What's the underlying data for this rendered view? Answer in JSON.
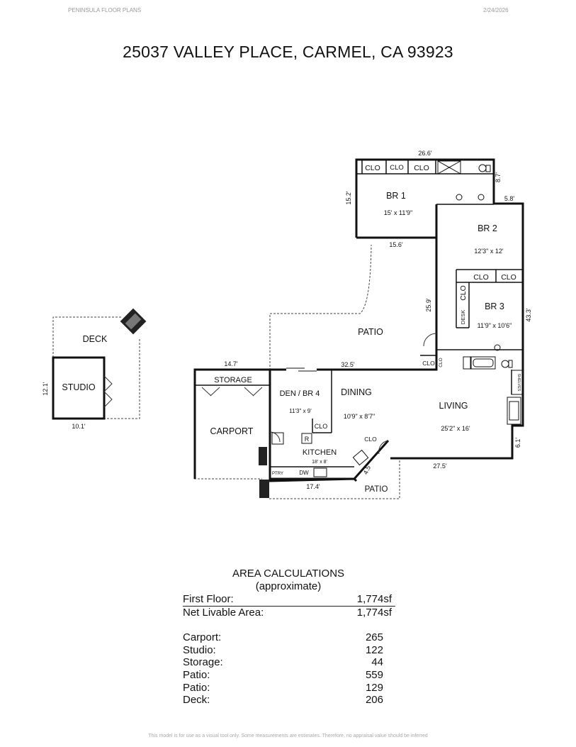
{
  "header": {
    "company": "PENINSULA FLOOR PLANS",
    "date": "2/24/2026"
  },
  "title": "25037 VALLEY PLACE, CARMEL, CA  93923",
  "plan": {
    "rooms": {
      "br1": {
        "name": "BR 1",
        "size": "15' x 11'9\""
      },
      "br2": {
        "name": "BR 2",
        "size": "12'3\" x 12'"
      },
      "br3": {
        "name": "BR 3",
        "size": "11'9\" x 10'6\""
      },
      "den": {
        "name": "DEN / BR 4",
        "size": "11'3\" x 9'"
      },
      "dining": {
        "name": "DINING",
        "size": "10'9\" x 8'7\""
      },
      "living": {
        "name": "LIVING",
        "size": "25'2\" x 16'"
      },
      "kitchen": {
        "name": "KITCHEN",
        "size": "18' x 8'"
      },
      "carport": {
        "name": "CARPORT"
      },
      "storage": {
        "name": "STORAGE"
      },
      "studio": {
        "name": "STUDIO"
      },
      "deck": {
        "name": "DECK"
      },
      "patio_main": {
        "name": "PATIO"
      },
      "patio_small": {
        "name": "PATIO"
      }
    },
    "fixtures": {
      "clo": "CLO",
      "desk": "DESK",
      "shelves": "SHELVES",
      "ptry": "PTRY",
      "dw": "DW",
      "r": "R"
    },
    "dims": {
      "d_26_6": "26.6'",
      "d_8_7": "8.7'",
      "d_15_2": "15.2'",
      "d_5_8": "5.8'",
      "d_15_6": "15.6'",
      "d_25_9": "25.9'",
      "d_43_3": "43.3'",
      "d_14_7": "14.7'",
      "d_32_5": "32.5'",
      "d_12_1": "12.1'",
      "d_10_1": "10.1'",
      "d_6_1": "6.1'",
      "d_27_5": "27.5'",
      "d_4_5": "4.5'",
      "d_17_4": "17.4'"
    }
  },
  "area_calculations": {
    "heading": "AREA CALCULATIONS",
    "subheading": "(approximate)",
    "rows": [
      {
        "label": "First  Floor:",
        "value": "1,774sf"
      },
      {
        "label": "Net Livable Area:",
        "value": "1,774sf"
      },
      {
        "label": "Carport:",
        "value": "265"
      },
      {
        "label": "Studio:",
        "value": "122"
      },
      {
        "label": "Storage:",
        "value": "44"
      },
      {
        "label": "Patio:",
        "value": "559"
      },
      {
        "label": "Patio:",
        "value": "129"
      },
      {
        "label": "Deck:",
        "value": "206"
      }
    ]
  },
  "footer": "This model is for use as a visual tool only. Some measurements are estimates. Therefore, no appraisal value should be inferred"
}
